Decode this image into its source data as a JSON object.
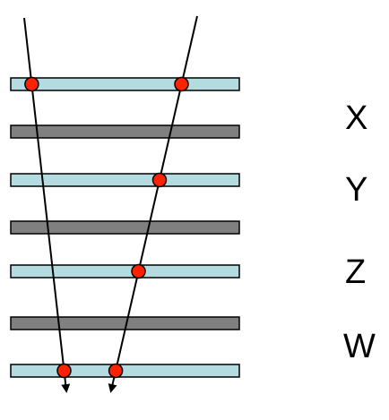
{
  "labels": {
    "x": "X",
    "y": "Y",
    "z": "Z",
    "w": "W"
  },
  "colors": {
    "light_layer": "#b4dce0",
    "dark_layer": "#808080",
    "hit_point": "#ff2200",
    "track": "#000000",
    "outline": "#000000"
  },
  "layer_types": [
    "light",
    "dark",
    "light",
    "dark",
    "light",
    "dark",
    "light"
  ],
  "tracks": [
    {
      "name": "left-track",
      "hits_on_layers": [
        1,
        7
      ]
    },
    {
      "name": "right-track",
      "hits_on_layers": [
        1,
        3,
        5,
        7
      ]
    }
  ]
}
